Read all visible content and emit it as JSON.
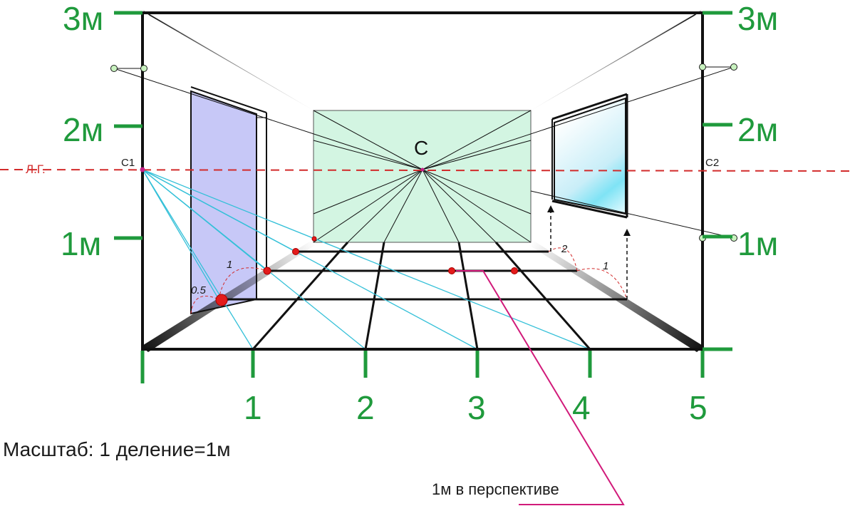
{
  "left_scale": [
    "3м",
    "2м",
    "1м"
  ],
  "right_scale": [
    "3м",
    "2м",
    "1м"
  ],
  "bottom_scale": [
    "1",
    "2",
    "3",
    "4",
    "5"
  ],
  "center_label": "C",
  "horizon_label": "Л.Г.",
  "c1_label": "C1",
  "c2_label": "C2",
  "arc_labels": {
    "half": "0.5",
    "one_left": "1",
    "two_right": "2",
    "one_right": "1"
  },
  "scale_caption": "Масштаб: 1 деление=1м",
  "perspective_caption": "1м в перспективе",
  "colors": {
    "scale_green": "#1f9a3c",
    "horizon_red": "#d22b2b",
    "back_wall": "#d3f5e2",
    "door": "#c7c8f7",
    "measure_cyan": "#34c0d8",
    "callout_magenta": "#d11a7a"
  }
}
